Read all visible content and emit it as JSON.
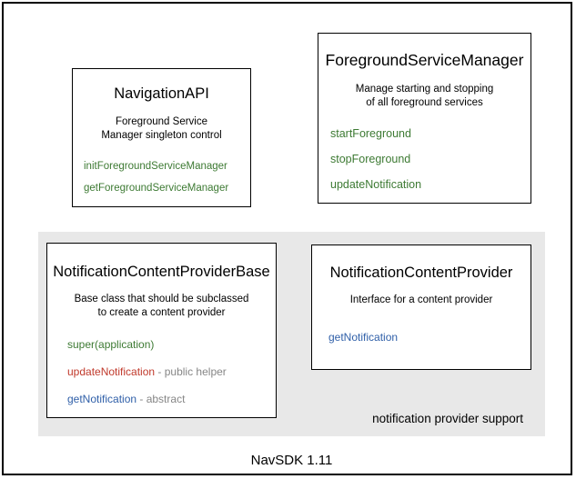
{
  "diagram": {
    "footer_caption": "NavSDK 1.11",
    "colors": {
      "member_green": "#3d7a33",
      "member_blue": "#2f5fa8",
      "member_red": "#c0392b",
      "member_note_gray": "#868686",
      "panel_background": "#e8e8e8",
      "frame_border": "#000000"
    },
    "boxes": {
      "navigation_api": {
        "title": "NavigationAPI",
        "description_line1": "Foreground Service",
        "description_line2": "Manager singleton control",
        "members": [
          {
            "name": "initForegroundServiceManager",
            "note": "",
            "color": "green"
          },
          {
            "name": "getForegroundServiceManager",
            "note": "",
            "color": "green"
          }
        ]
      },
      "foreground_service_manager": {
        "title": "ForegroundServiceManager",
        "description_line1": "Manage starting and stopping",
        "description_line2": "of all foreground services",
        "members": [
          {
            "name": "startForeground",
            "note": "",
            "color": "green"
          },
          {
            "name": "stopForeground",
            "note": "",
            "color": "green"
          },
          {
            "name": "updateNotification",
            "note": "",
            "color": "green"
          }
        ]
      },
      "notification_content_provider_base": {
        "title": "NotificationContentProviderBase",
        "description_line1": "Base class that should be subclassed",
        "description_line2": "to create a content provider",
        "members": [
          {
            "name": "super(application)",
            "note": "",
            "color": "green"
          },
          {
            "name": "updateNotification",
            "note": " - public helper",
            "color": "red"
          },
          {
            "name": "getNotification",
            "note": " - abstract",
            "color": "blue"
          }
        ]
      },
      "notification_content_provider": {
        "title": "NotificationContentProvider",
        "description_line1": "Interface for a content provider",
        "description_line2": "",
        "members": [
          {
            "name": "getNotification",
            "note": "",
            "color": "blue"
          }
        ]
      }
    },
    "group_panel": {
      "label": "notification provider support"
    }
  }
}
